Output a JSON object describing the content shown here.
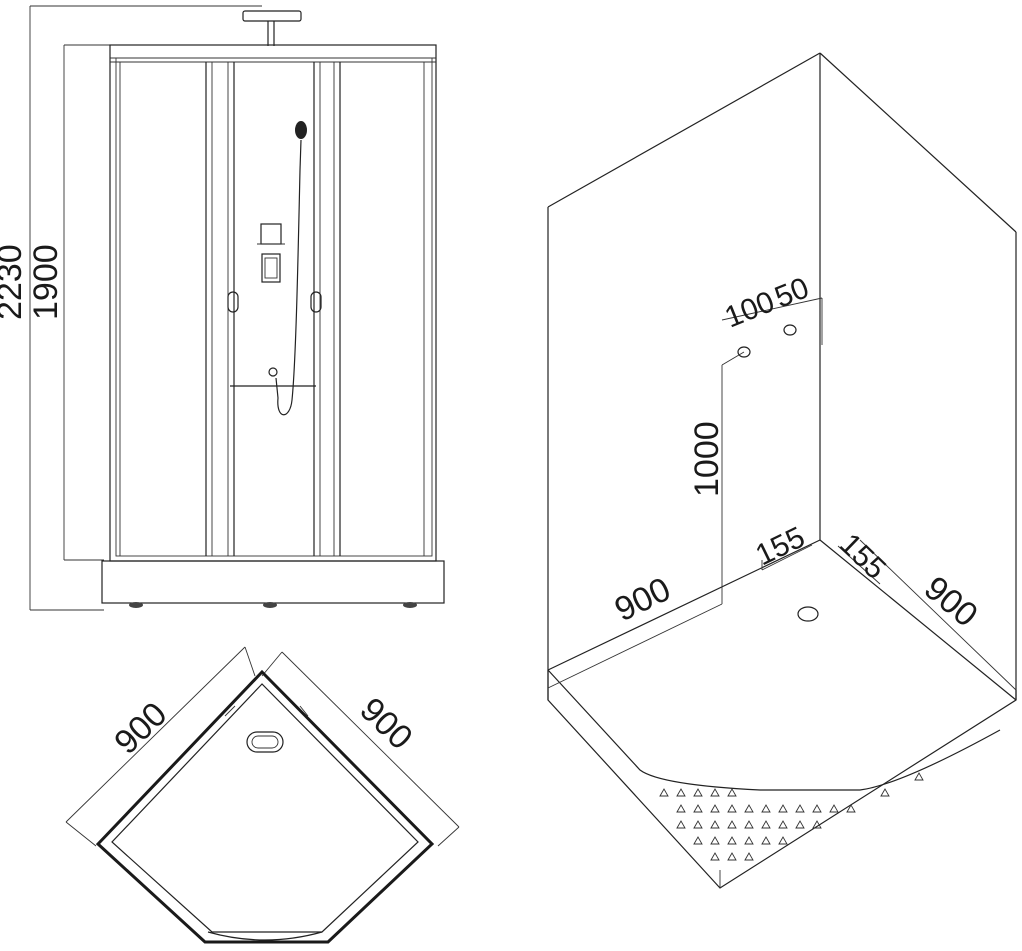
{
  "front_view": {
    "total_height": "2230",
    "cabin_height": "1900"
  },
  "top_view": {
    "width_left": "900",
    "width_right": "900"
  },
  "iso_view": {
    "width_left": "900",
    "width_right": "900",
    "inlet_spacing": "100",
    "inlet_wall_offset": "50",
    "inlet_height": "1000",
    "drain_offset_left": "155",
    "drain_offset_right": "155"
  }
}
